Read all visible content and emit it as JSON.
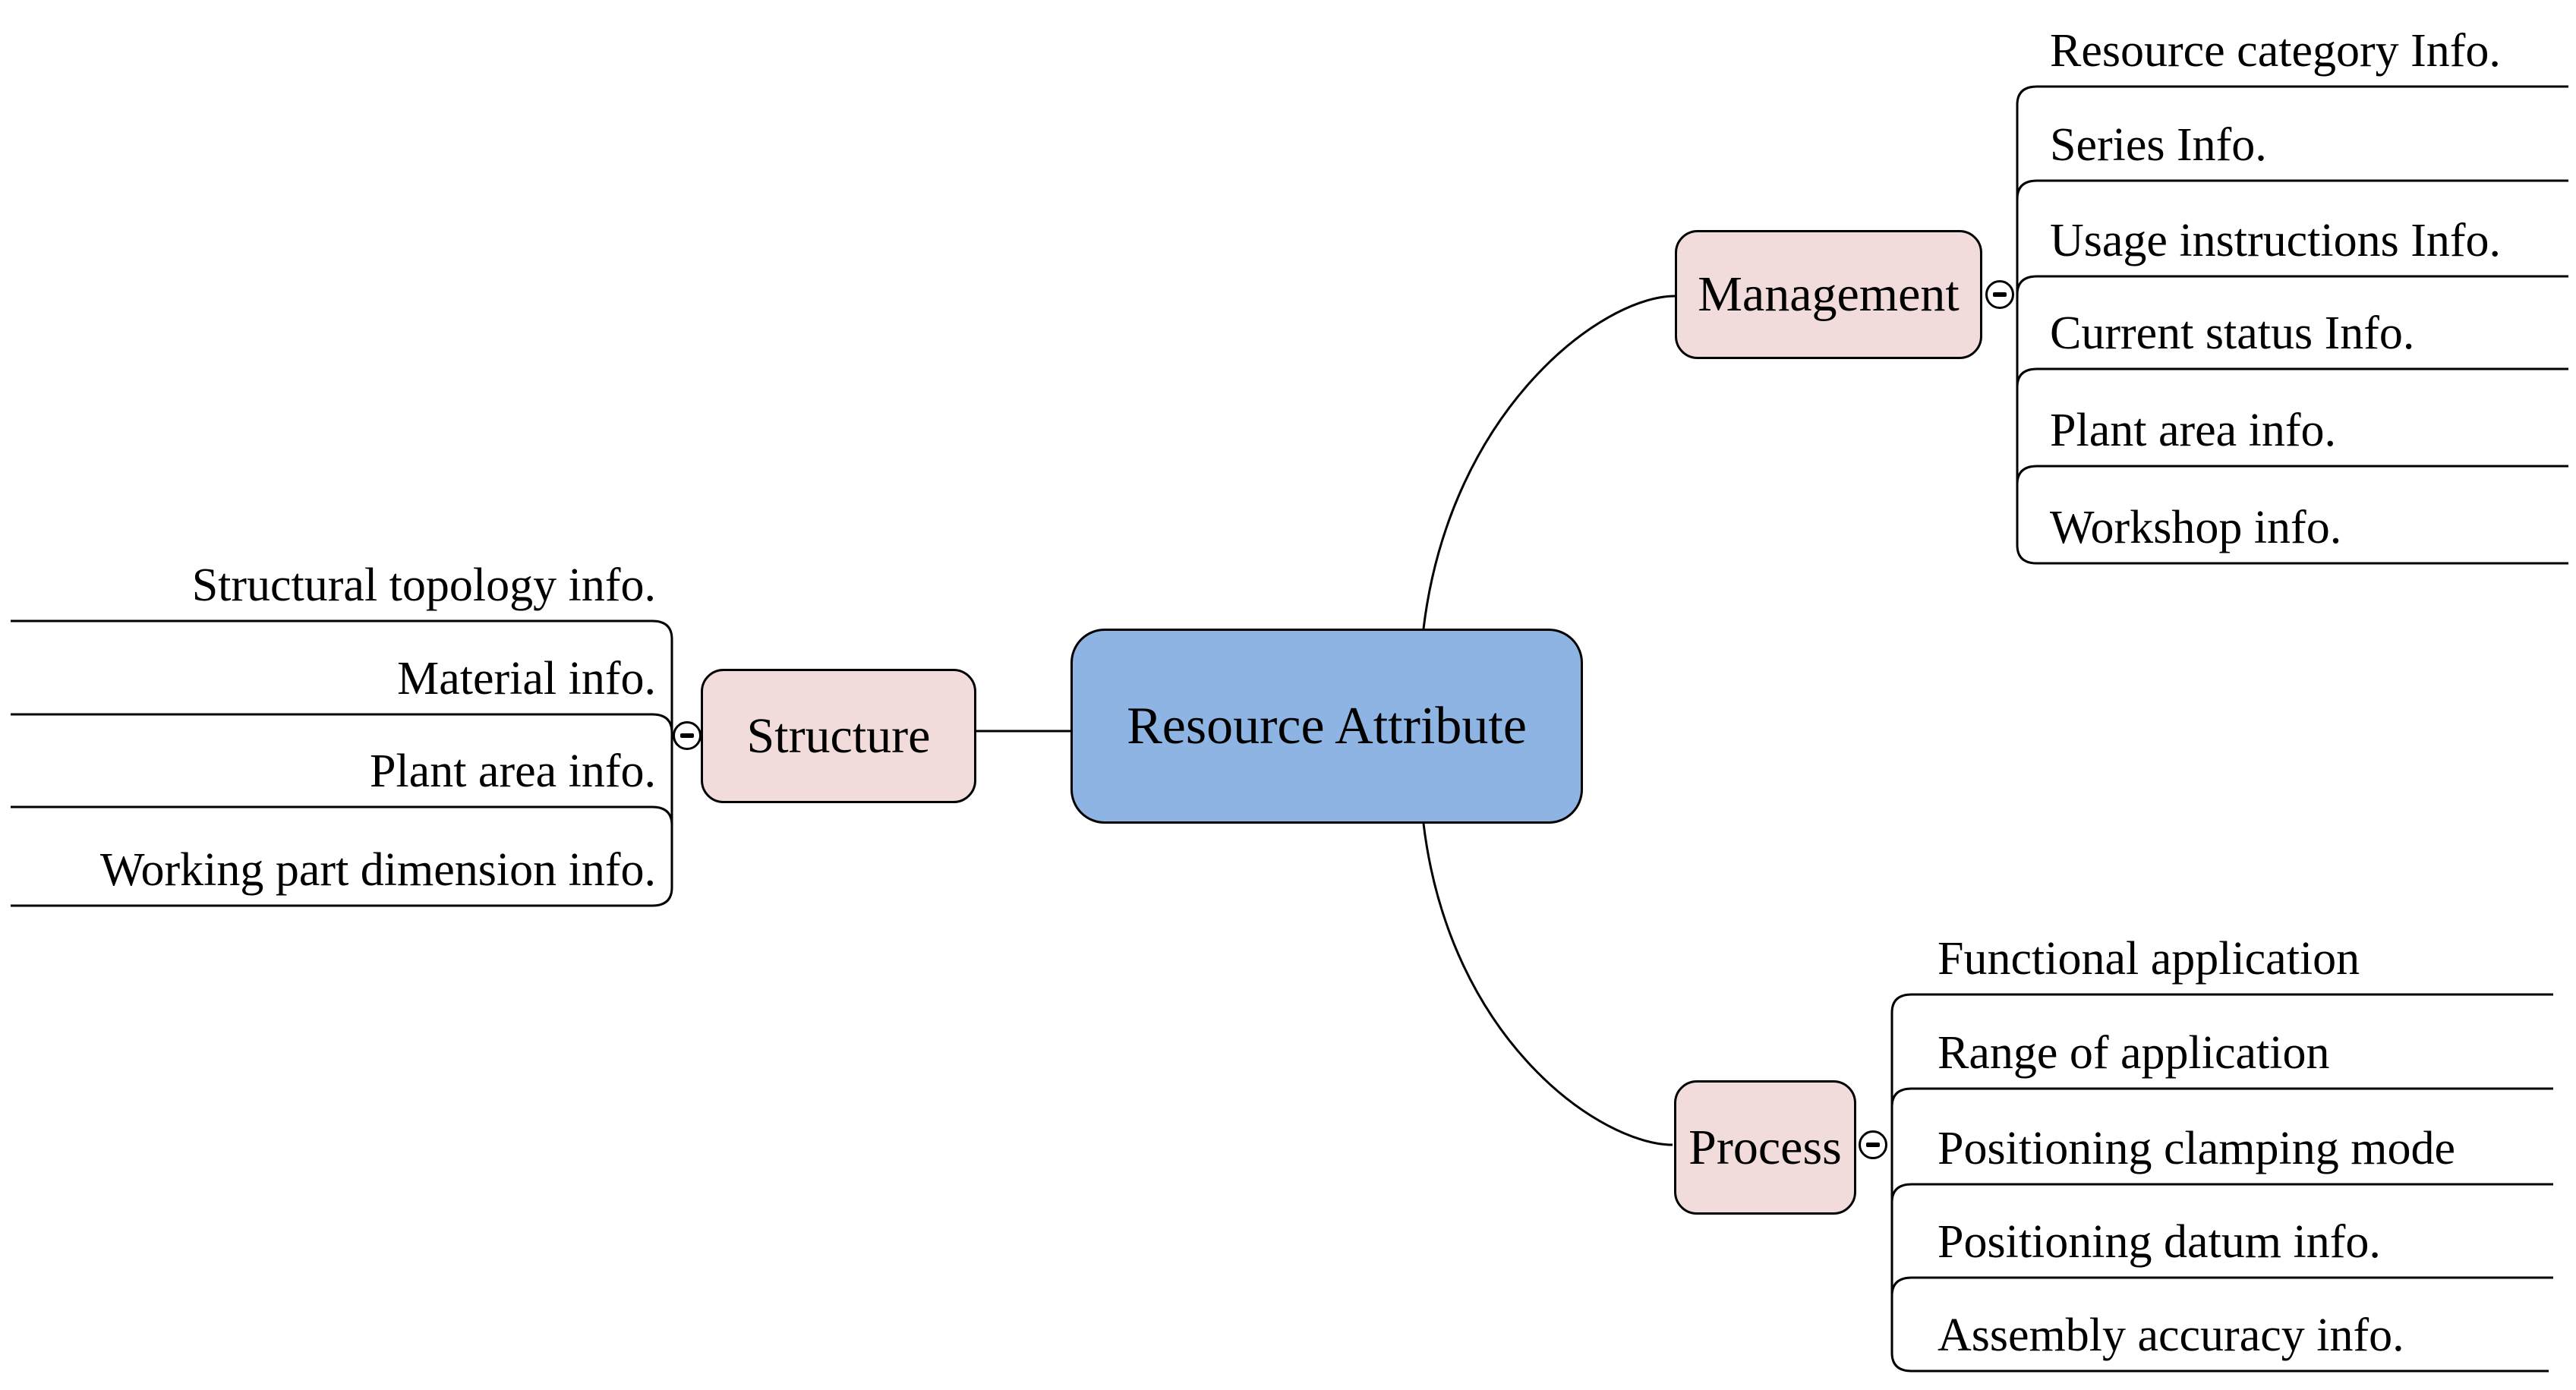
{
  "diagram": {
    "title": "Resource Attribute mind map",
    "root": {
      "label": "Resource Attribute"
    },
    "branches": [
      {
        "id": "management",
        "label": "Management",
        "collapse_icon": "minus",
        "children": [
          "Resource category Info.",
          "Series Info.",
          "Usage instructions Info.",
          "Current status Info.",
          "Plant area info.",
          "Workshop info."
        ]
      },
      {
        "id": "structure",
        "label": "Structure",
        "collapse_icon": "minus",
        "children": [
          "Structural topology info.",
          "Material info.",
          "Plant area info.",
          "Working part dimension info."
        ]
      },
      {
        "id": "process",
        "label": "Process",
        "collapse_icon": "minus",
        "children": [
          "Functional application",
          "Range of application",
          "Positioning clamping mode",
          "Positioning datum info.",
          "Assembly accuracy info."
        ]
      }
    ],
    "colors": {
      "root_fill": "#8DB4E2",
      "branch_fill": "#F1DCDB",
      "line": "#000000",
      "border": "#000000",
      "background": "#FFFFFF"
    }
  }
}
